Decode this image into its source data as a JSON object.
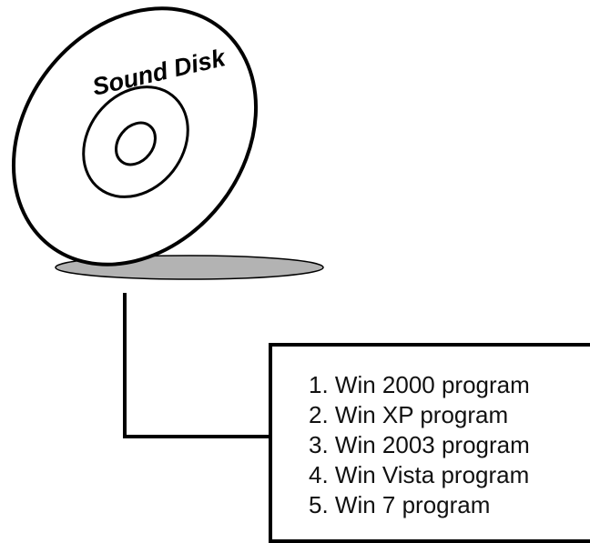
{
  "disc": {
    "label": "Sound Disk",
    "icon": "cd-disc-icon",
    "shadow_color": "#b3b3b3",
    "line_color": "#000000"
  },
  "programs": {
    "items": [
      "1. Win 2000 program",
      "2. Win XP program",
      "3. Win 2003 program",
      "4. Win Vista program",
      "5. Win 7 program"
    ]
  }
}
